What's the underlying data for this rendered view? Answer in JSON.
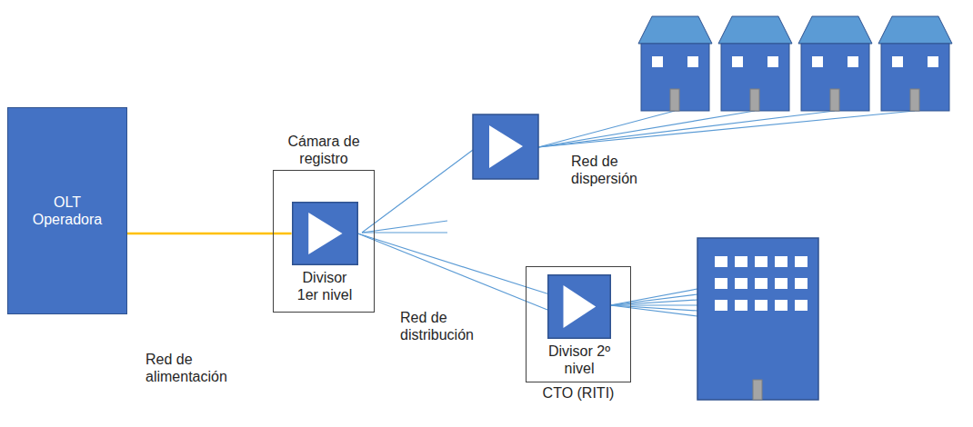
{
  "diagram": {
    "nodes": [
      {
        "text": [
          "OLT Operadora"
        ]
      },
      {
        "text": [
          "Cámara de registro"
        ]
      },
      {
        "text": [
          "Divisor 1er nivel"
        ],
        "in": 1
      },
      {
        "text": [
          "CTO (RITI)"
        ]
      },
      {
        "text": [
          "Divisor 2º nivel"
        ],
        "in": 3
      }
    ],
    "edges": [
      {
        "from": 0,
        "to": 2,
        "arrow": "none"
      },
      {
        "from": 2,
        "to": 4,
        "arrow": "none"
      },
      {
        "from": 2,
        "to": 4,
        "arrow": "none"
      }
    ],
    "labels": [
      "Red de alimentación",
      "Red de distribución",
      "Red de dispersión"
    ]
  }
}
